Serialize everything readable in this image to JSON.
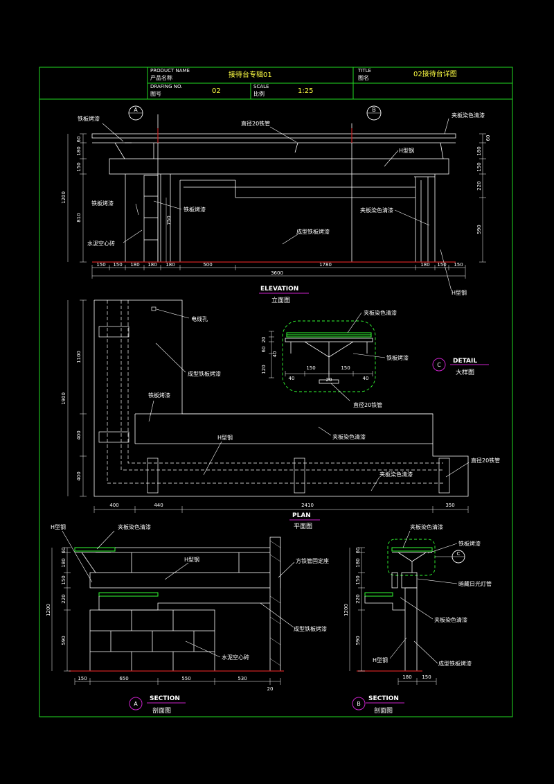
{
  "title_block": {
    "product_name_en": "PRODUCT NAME",
    "product_name_cn": "产品名称",
    "product_value": "接待台专辑01",
    "drawing_no_en": "DRAFING NO.",
    "drawing_no_cn": "图号",
    "drawing_no_value": "02",
    "title_en": "TITLE",
    "title_cn": "图名",
    "title_value": "02接待台详图",
    "scale_en": "SCALE",
    "scale_cn": "比例",
    "scale_value": "1:25"
  },
  "elevation": {
    "marker_a": "A",
    "marker_b": "B",
    "label_en": "ELEVATION",
    "label_cn": "立面图",
    "notes": {
      "iron_paint_top": "铁板烤漆",
      "pipe20": "直径20铁管",
      "plywood_top": "夹板染色清漆",
      "h_steel": "H型钢",
      "iron_paint_left": "铁板烤漆",
      "iron_paint_mid": "铁板烤漆",
      "plywood_right": "夹板染色清漆",
      "cement_brick": "水泥空心砖",
      "formed_iron": "成型铁板烤漆",
      "h_steel_bottom": "H型钢"
    },
    "dims_left": [
      "60",
      "180",
      "150",
      "1200",
      "810"
    ],
    "dim_750": "750",
    "dims_right": [
      "60",
      "180",
      "150",
      "220",
      "590"
    ],
    "dims_bottom": [
      "150",
      "150",
      "180",
      "180",
      "180",
      "500",
      "1780",
      "180",
      "150",
      "150"
    ],
    "dim_total": "3600"
  },
  "plan": {
    "label_en": "PLAN",
    "label_cn": "平面图",
    "notes": {
      "wire_hole": "电线孔",
      "formed_iron": "成型铁板烤漆",
      "iron_paint": "铁板烤漆",
      "h_steel": "H型钢",
      "plywood_1": "夹板染色清漆",
      "pipe20": "直径20铁管",
      "plywood_2": "夹板染色清漆"
    },
    "dims_left": [
      "1100",
      "1900",
      "400",
      "400"
    ],
    "dims_bottom": [
      "400",
      "440",
      "2410",
      "350"
    ]
  },
  "detail": {
    "marker": "C",
    "label_en": "DETAIL",
    "label_cn": "大样图",
    "notes": {
      "plywood": "夹板染色清漆",
      "iron_paint": "铁板烤漆",
      "pipe20": "直径20铁管"
    },
    "dims_left": [
      "20",
      "60",
      "40",
      "120"
    ],
    "dims_mid": [
      "150",
      "150"
    ],
    "dims_bottom": [
      "40",
      "20",
      "40"
    ]
  },
  "section_a": {
    "marker": "A",
    "label_en": "SECTION",
    "label_cn": "剖面图",
    "notes": {
      "h_steel_left": "H型钢",
      "plywood": "夹板染色清漆",
      "h_steel_mid": "H型钢",
      "square_pipe": "方铁管固定座",
      "formed_iron": "成型铁板烤漆",
      "cement_brick": "水泥空心砖"
    },
    "dims_left": [
      "60",
      "180",
      "150",
      "1200",
      "220",
      "590"
    ],
    "dims_bottom": [
      "150",
      "650",
      "550",
      "530",
      "20"
    ]
  },
  "section_b": {
    "marker": "B",
    "marker_c": "C",
    "label_en": "SECTION",
    "label_cn": "剖面图",
    "notes": {
      "plywood_top": "夹板染色清漆",
      "iron_paint": "铁板烤漆",
      "hidden_light": "暗藏日光灯管",
      "plywood_mid": "夹板染色清漆",
      "h_steel": "H型钢",
      "formed_iron": "成型铁板烤漆"
    },
    "dims_left": [
      "60",
      "180",
      "150",
      "1200",
      "220",
      "590"
    ],
    "dims_bottom": [
      "180",
      "150"
    ]
  },
  "colors": {
    "background": "#000000",
    "frame": "#22dd22",
    "outline": "#ffffff",
    "leader": "#ffffff",
    "accent_magenta": "#cc22cc",
    "accent_red": "#cc2222",
    "detail_dash": "#33ff33"
  }
}
